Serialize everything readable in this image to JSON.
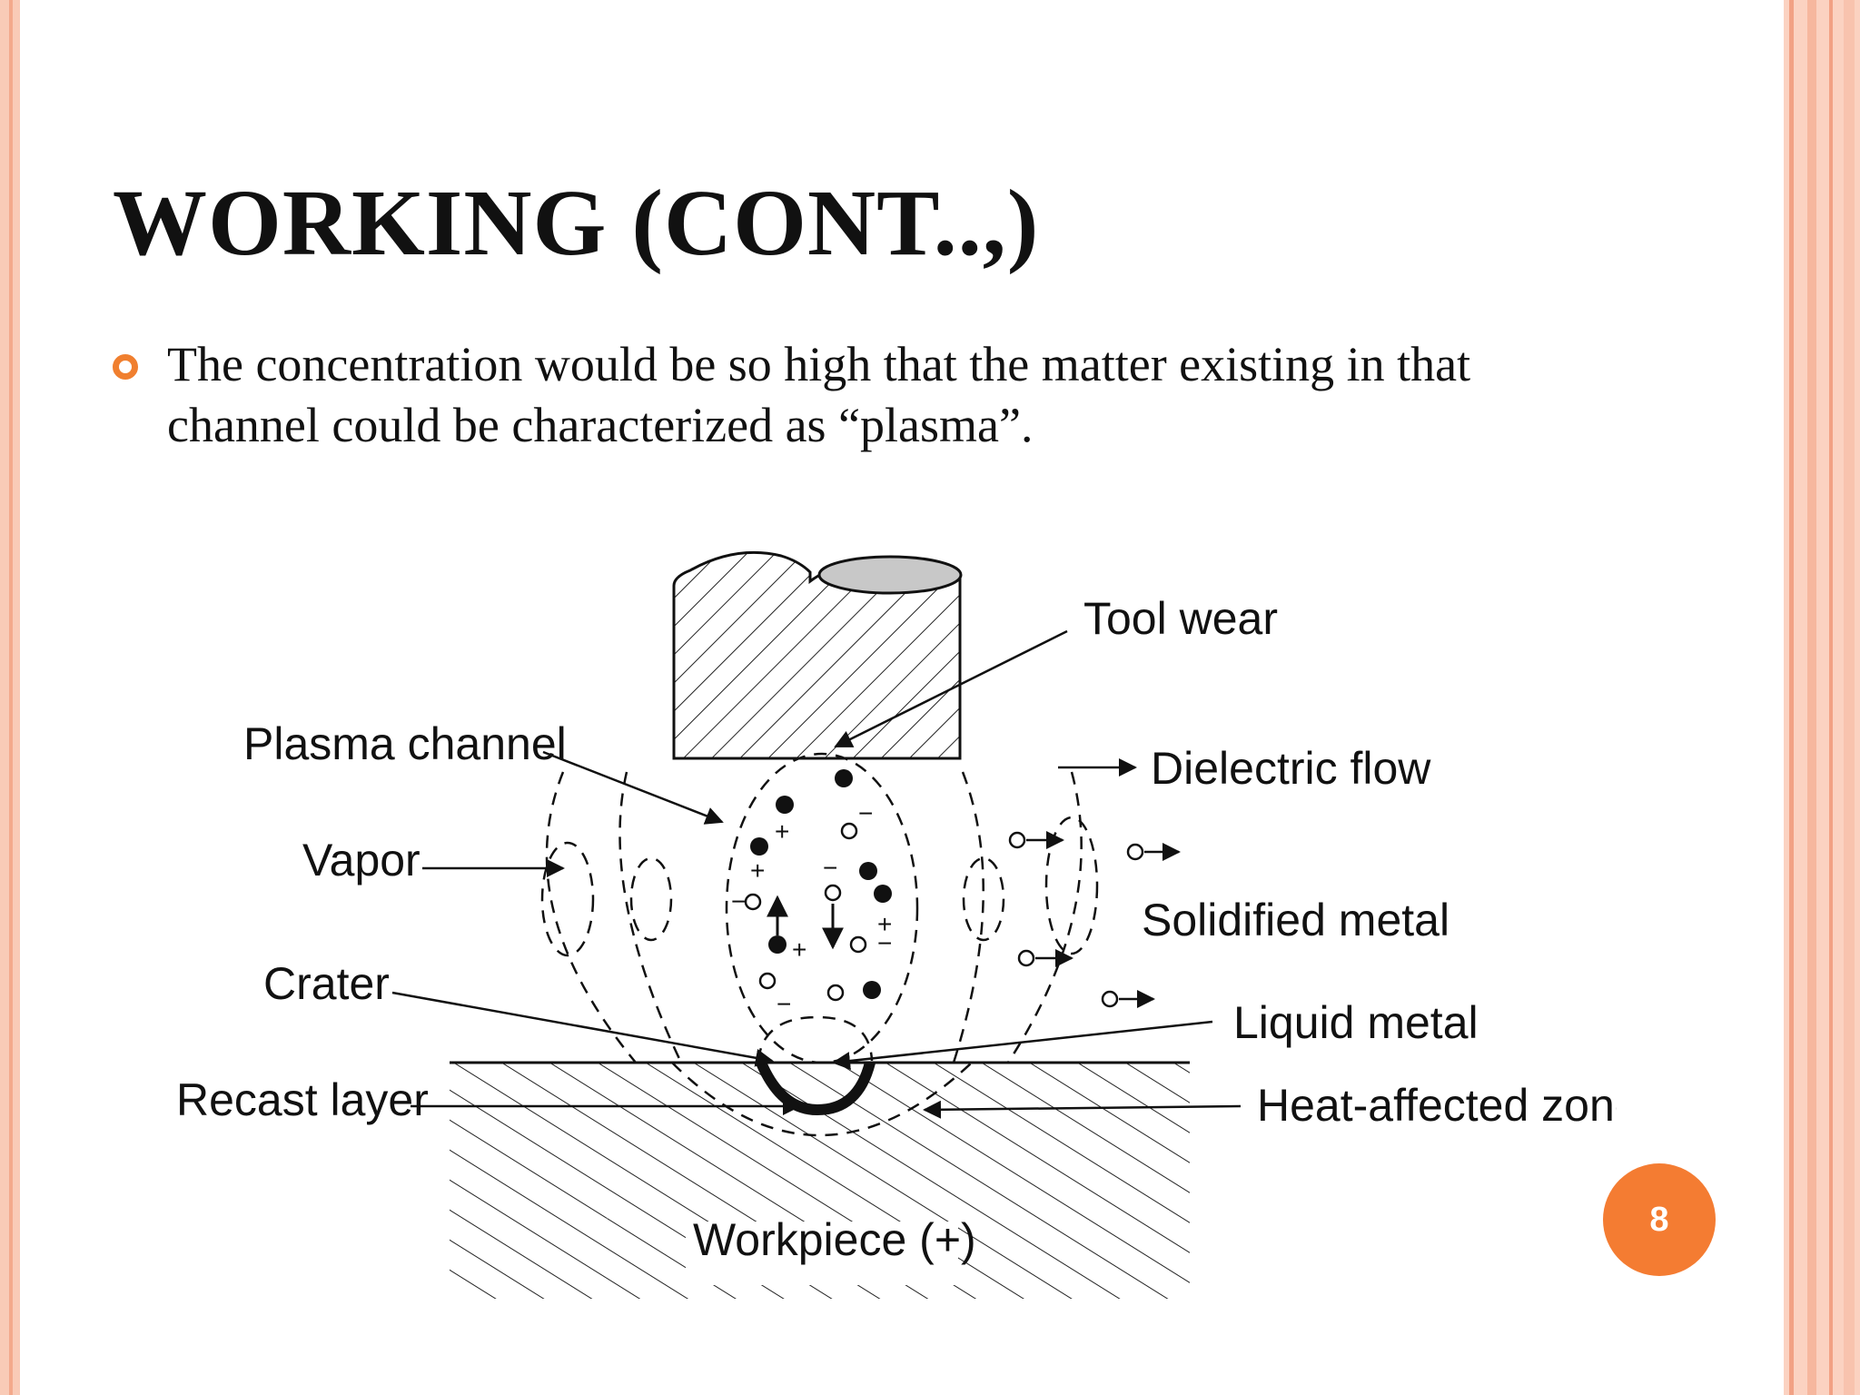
{
  "slide": {
    "title": "WORKING (CONT..,)",
    "bullet_text": "The concentration would be so high that the matter existing in that channel could be characterized as “plasma”.",
    "page_number": "8",
    "accent_color": "#f47c32",
    "frame_color": "#f9cbb7",
    "bullet_icon": "hollow-circle-bullet"
  },
  "diagram": {
    "labels": {
      "tool_wear": "Tool wear",
      "plasma_channel": "Plasma channel",
      "dielectric_flow": "Dielectric flow",
      "vapor": "Vapor",
      "solidified_metal": "Solidified metal",
      "crater": "Crater",
      "liquid_metal": "Liquid metal",
      "recast_layer": "Recast layer",
      "heat_affected_zone": "Heat-affected zone",
      "workpiece": "Workpiece (+)"
    },
    "charge_plus": "+",
    "charge_minus": "−"
  }
}
